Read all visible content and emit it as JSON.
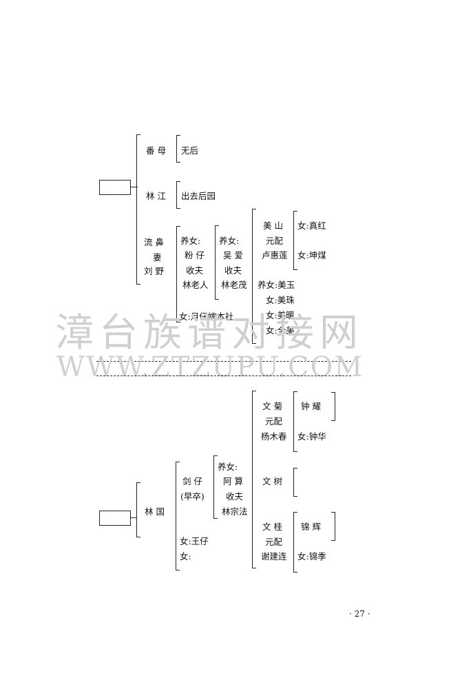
{
  "part1": {
    "gen1": {
      "fanmu": "番 母",
      "linjiang": "林 江",
      "liubi": "流 鼻",
      "qi": "妻",
      "liuye": "刘 野"
    },
    "gen2": {
      "wuhou": "无后",
      "chuqu": "出去后园",
      "yangnv1": "养女:",
      "fenzai": "粉 仔",
      "shoufu1": "收夫",
      "linlaoren": "林老人",
      "yuezai": "女:月仔嫁本社"
    },
    "gen3": {
      "yangnv2": "养女:",
      "wuai": "吴 爱",
      "shoufu2": "收夫",
      "linlaomao": "林老茂"
    },
    "gen4": {
      "meishan": "美 山",
      "yuanpei": "元配",
      "luhuilian": "卢惠莲",
      "yangnv_meiyu": "养女:美玉",
      "meizhu": "女:美珠",
      "meinuan": "女:美暖",
      "quanmei": "女:全美"
    },
    "gen5": {
      "zhenhong": "女:真红",
      "kunmei": "女:坤煤"
    }
  },
  "watermark": {
    "cn": "漳台族谱对接网",
    "en": "WWW.ZTZUPU.COM"
  },
  "part2": {
    "gen1": {
      "linguo": "林 国"
    },
    "gen2": {
      "jianzai": "剑 仔",
      "zaozu": "(早卒)",
      "wangzai": "女:王仔",
      "nv": "女:"
    },
    "gen3": {
      "yangnv": "养女:",
      "asuan": "阿 算",
      "shoufu": "收夫",
      "linzongfa": "林宗法"
    },
    "gen4": {
      "wenju": "文 菊",
      "yuanpei1": "元配",
      "yangmuchun": "杨木春",
      "wenshu": "文 树",
      "wengui": "文 桂",
      "yuanpei2": "元配",
      "xiejianlian": "谢建连"
    },
    "gen5": {
      "zhongyao": "钟 耀",
      "zhonghua": "女:钟华",
      "jinhui": "锦 辉",
      "jinji": "女:锦季"
    }
  },
  "page_number": "· 27 ·"
}
